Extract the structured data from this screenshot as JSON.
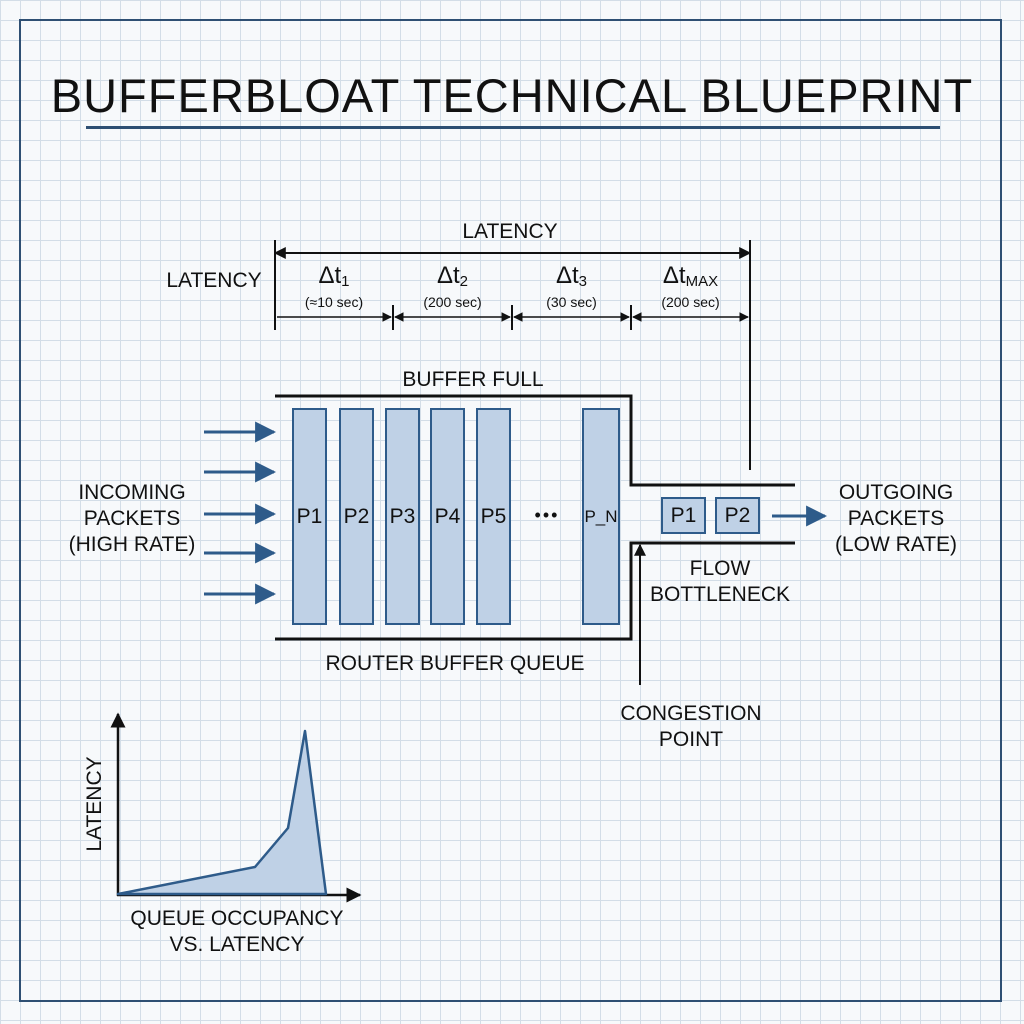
{
  "title": "BUFFERBLOAT TECHNICAL BLUEPRINT",
  "latency": {
    "top_label": "LATENCY",
    "side_label": "LATENCY",
    "intervals": [
      {
        "symbol": "Δt",
        "sub": "1",
        "value": "(≈10 sec)"
      },
      {
        "symbol": "Δt",
        "sub": "2",
        "value": "(200 sec)"
      },
      {
        "symbol": "Δt",
        "sub": "3",
        "value": "(30 sec)"
      },
      {
        "symbol": "Δt",
        "sub": "MAX",
        "value": "(200 sec)"
      }
    ]
  },
  "buffer": {
    "top_label": "BUFFER FULL",
    "bottom_label": "ROUTER BUFFER QUEUE",
    "packets": [
      "P1",
      "P2",
      "P3",
      "P4",
      "P5"
    ],
    "ellipsis": "•••",
    "last_packet": "P_N"
  },
  "incoming": {
    "line1": "INCOMING",
    "line2": "PACKETS",
    "line3": "(HIGH RATE)"
  },
  "outgoing": {
    "line1": "OUTGOING",
    "line2": "PACKETS",
    "line3": "(LOW RATE)"
  },
  "bottleneck": {
    "packets": [
      "P1",
      "P2"
    ],
    "line1": "FLOW",
    "line2": "BOTTLENECK"
  },
  "congestion": {
    "line1": "CONGESTION",
    "line2": "POINT"
  },
  "mini_chart": {
    "y_axis_label": "LATENCY",
    "caption_line1": "QUEUE OCCUPANCY",
    "caption_line2": "VS. LATENCY"
  },
  "colors": {
    "accent": "#2e5b8a",
    "fill": "#bfd1e6",
    "line": "#111111"
  }
}
